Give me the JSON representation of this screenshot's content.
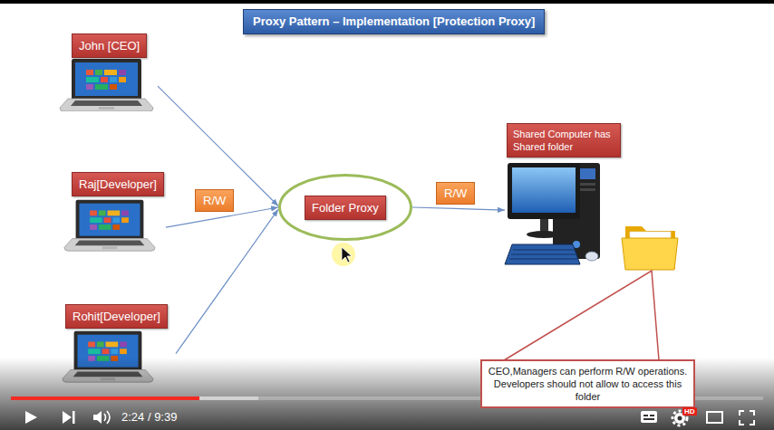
{
  "diagram": {
    "title": "Proxy Pattern – Implementation [Protection Proxy]",
    "nodes": [
      {
        "text": [
          "John [CEO]"
        ]
      },
      {
        "text": [
          "Raj[Developer]"
        ]
      },
      {
        "text": [
          "Rohit[Developer]"
        ]
      },
      {
        "text": [
          "Folder Proxy"
        ]
      },
      {
        "text": [
          "Shared Computer has Shared folder"
        ]
      },
      {
        "text": [
          "CEO,Managers can perform R/W operations. Developers should not allow to access this folder"
        ]
      }
    ],
    "edges": [
      {
        "from": 0,
        "to": 3,
        "arrow": "to"
      },
      {
        "from": 1,
        "to": 3,
        "label": "R/W",
        "arrow": "to"
      },
      {
        "from": 2,
        "to": 3,
        "arrow": "to"
      },
      {
        "from": 3,
        "to": 4,
        "label": "R/W",
        "arrow": "to"
      }
    ],
    "labels": [
      "2:24 / 9:39",
      "HD"
    ]
  }
}
